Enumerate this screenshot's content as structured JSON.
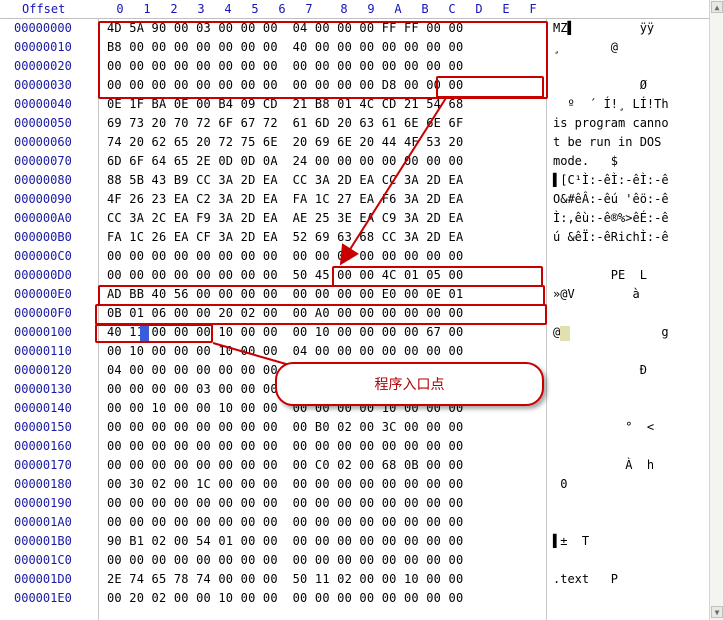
{
  "header": {
    "offset_label": "Offset",
    "columns": [
      "0",
      "1",
      "2",
      "3",
      "4",
      "5",
      "6",
      "7",
      "8",
      "9",
      "A",
      "B",
      "C",
      "D",
      "E",
      "F"
    ]
  },
  "rows": [
    {
      "offset": "00000000",
      "hex": "4D 5A 90 00 03 00 00 00  04 00 00 00 FF FF 00 00",
      "text": "MZ▌         ÿÿ"
    },
    {
      "offset": "00000010",
      "hex": "B8 00 00 00 00 00 00 00  40 00 00 00 00 00 00 00",
      "text": "¸       @"
    },
    {
      "offset": "00000020",
      "hex": "00 00 00 00 00 00 00 00  00 00 00 00 00 00 00 00",
      "text": ""
    },
    {
      "offset": "00000030",
      "hex": "00 00 00 00 00 00 00 00  00 00 00 00 D8 00 00 00",
      "text": "            Ø"
    },
    {
      "offset": "00000040",
      "hex": "0E 1F BA 0E 00 B4 09 CD  21 B8 01 4C CD 21 54 68",
      "text": "  º  ´ Í!¸ LÍ!Th"
    },
    {
      "offset": "00000050",
      "hex": "69 73 20 70 72 6F 67 72  61 6D 20 63 61 6E 6E 6F",
      "text": "is program canno"
    },
    {
      "offset": "00000060",
      "hex": "74 20 62 65 20 72 75 6E  20 69 6E 20 44 4F 53 20",
      "text": "t be run in DOS "
    },
    {
      "offset": "00000070",
      "hex": "6D 6F 64 65 2E 0D 0D 0A  24 00 00 00 00 00 00 00",
      "text": "mode.   $"
    },
    {
      "offset": "00000080",
      "hex": "88 5B 43 B9 CC 3A 2D EA  CC 3A 2D EA CC 3A 2D EA",
      "text": "▌[C¹Ì:-êÌ:-êÌ:-ê"
    },
    {
      "offset": "00000090",
      "hex": "4F 26 23 EA C2 3A 2D EA  FA 1C 27 EA F6 3A 2D EA",
      "text": "O&#êÂ:-êú 'êö:-ê"
    },
    {
      "offset": "000000A0",
      "hex": "CC 3A 2C EA F9 3A 2D EA  AE 25 3E EA C9 3A 2D EA",
      "text": "Ì:,êù:-ê®%>êÉ:-ê"
    },
    {
      "offset": "000000B0",
      "hex": "FA 1C 26 EA CF 3A 2D EA  52 69 63 68 CC 3A 2D EA",
      "text": "ú &êÏ:-êRichÌ:-ê"
    },
    {
      "offset": "000000C0",
      "hex": "00 00 00 00 00 00 00 00  00 00 00 00 00 00 00 00",
      "text": ""
    },
    {
      "offset": "000000D0",
      "hex": "00 00 00 00 00 00 00 00  50 45 00 00 4C 01 05 00",
      "text": "        PE  L"
    },
    {
      "offset": "000000E0",
      "hex": "AD BB 40 56 00 00 00 00  00 00 00 00 E0 00 0E 01",
      "text": "­»@V        à"
    },
    {
      "offset": "000000F0",
      "hex": "0B 01 06 00 00 20 02 00  00 A0 00 00 00 00 00 00",
      "text": ""
    },
    {
      "offset": "00000100",
      "hex": "40 11 00 00 00 10 00 00  00 10 00 00 00 00 67 00",
      "text": "@              g"
    },
    {
      "offset": "00000110",
      "hex": "00 10 00 00 00 10 00 00  04 00 00 00 00 00 00 00",
      "text": ""
    },
    {
      "offset": "00000120",
      "hex": "04 00 00 00 00 00 00 00  00 00 00 00 00 00 00 00",
      "text": "            Ð"
    },
    {
      "offset": "00000130",
      "hex": "00 00 00 00 03 00 00 00  00 00 00 00 00 00 00 00",
      "text": ""
    },
    {
      "offset": "00000140",
      "hex": "00 00 10 00 00 10 00 00  00 00 00 00 10 00 00 00",
      "text": ""
    },
    {
      "offset": "00000150",
      "hex": "00 00 00 00 00 00 00 00  00 B0 02 00 3C 00 00 00",
      "text": "          °  <"
    },
    {
      "offset": "00000160",
      "hex": "00 00 00 00 00 00 00 00  00 00 00 00 00 00 00 00",
      "text": ""
    },
    {
      "offset": "00000170",
      "hex": "00 00 00 00 00 00 00 00  00 C0 02 00 68 0B 00 00",
      "text": "          À  h"
    },
    {
      "offset": "00000180",
      "hex": "00 30 02 00 1C 00 00 00  00 00 00 00 00 00 00 00",
      "text": " 0"
    },
    {
      "offset": "00000190",
      "hex": "00 00 00 00 00 00 00 00  00 00 00 00 00 00 00 00",
      "text": ""
    },
    {
      "offset": "000001A0",
      "hex": "00 00 00 00 00 00 00 00  00 00 00 00 00 00 00 00",
      "text": ""
    },
    {
      "offset": "000001B0",
      "hex": "90 B1 02 00 54 01 00 00  00 00 00 00 00 00 00 00",
      "text": "▌±  T"
    },
    {
      "offset": "000001C0",
      "hex": "00 00 00 00 00 00 00 00  00 00 00 00 00 00 00 00",
      "text": ""
    },
    {
      "offset": "000001D0",
      "hex": "2E 74 65 78 74 00 00 00  50 11 02 00 00 10 00 00",
      "text": ".text   P"
    },
    {
      "offset": "000001E0",
      "hex": "00 20 02 00 00 10 00 00  00 00 00 00 00 00 00 00",
      "text": ""
    }
  ],
  "annotation": {
    "callout_label": "程序入口点",
    "highlight_color": "#c80000"
  }
}
